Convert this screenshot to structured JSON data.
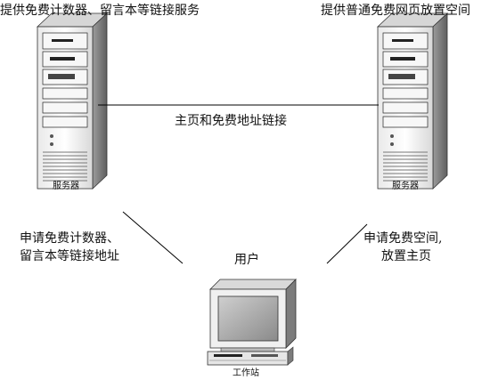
{
  "nodes": {
    "server_left": {
      "caption": "服务器",
      "description": "提供免费计数器、留言本等链接服务"
    },
    "server_right": {
      "caption": "服务器",
      "description": "提供普通免费网页放置空间"
    },
    "workstation": {
      "caption": "工作站",
      "role": "用户"
    }
  },
  "edges": {
    "servers_link": "主页和免费地址链接",
    "user_to_left": {
      "line1": "申请免费计数器、",
      "line2": "留言本等链接地址"
    },
    "user_to_right": {
      "line1": "申请免费空间,",
      "line2": "放置主页"
    }
  },
  "icons": [
    "server-tower-icon",
    "server-tower-icon",
    "workstation-computer-icon"
  ],
  "colors": {
    "line": "#000000",
    "case_light": "#f4f4f4",
    "case_mid": "#cfcfcf",
    "case_dark": "#7a7a7a",
    "screen": "#9a9a9a"
  }
}
